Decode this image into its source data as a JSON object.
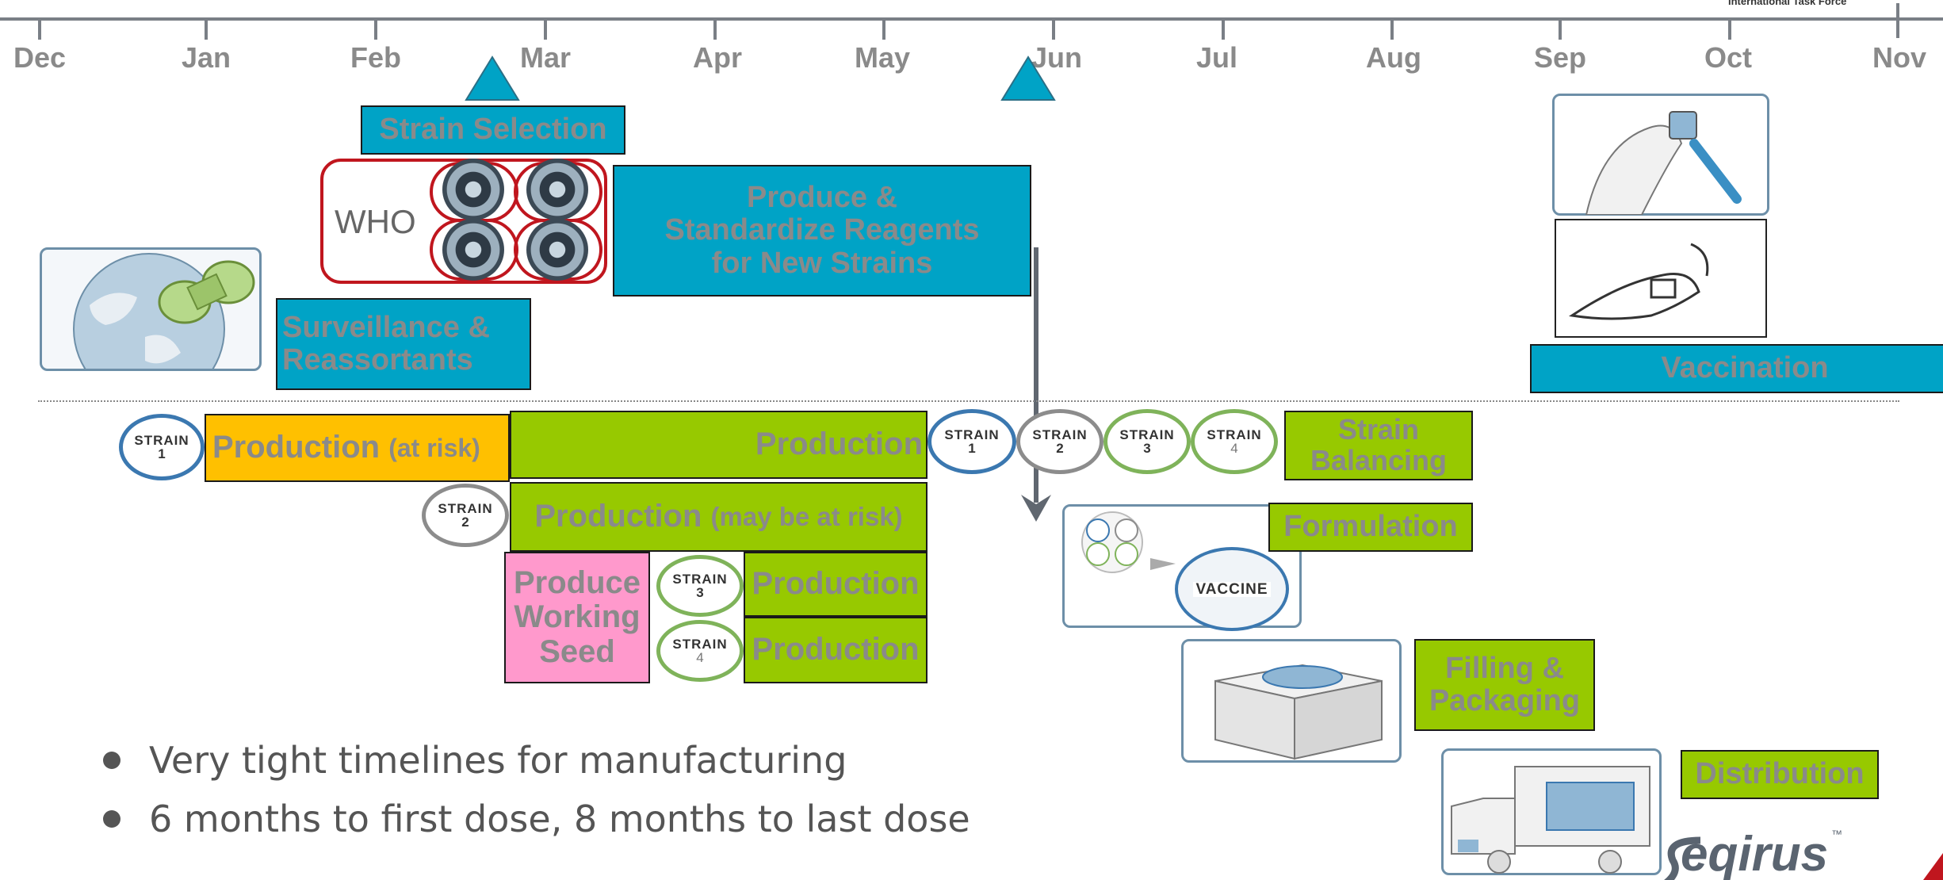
{
  "header": {
    "org_text": "International Task Force",
    "months": [
      "Dec",
      "Jan",
      "Feb",
      "Mar",
      "Apr",
      "May",
      "Jun",
      "Jul",
      "Aug",
      "Sep",
      "Oct",
      "Nov"
    ]
  },
  "top_section": {
    "strain_selection": "Strain Selection",
    "who_label": "WHO",
    "produce_reagents": [
      "Produce &",
      "Standardize Reagents",
      "for New Strains"
    ],
    "surveillance": [
      "Surveillance &",
      "Reassortants"
    ],
    "vaccination": "Vaccination"
  },
  "strains": {
    "word": "STRAIN",
    "numbers": [
      "1",
      "2",
      "3",
      "4"
    ]
  },
  "production": {
    "at_risk_main": "Production",
    "at_risk_sub": "(at risk)",
    "strain1_production": "Production",
    "may_be_at_risk_main": "Production",
    "may_be_at_risk_sub": "(may be at risk)",
    "produce_working_seed": [
      "Produce",
      "Working",
      "Seed"
    ],
    "strain3_production": "Production",
    "strain4_production": "Production"
  },
  "downstream": {
    "strain_balancing": [
      "Strain",
      "Balancing"
    ],
    "formulation": "Formulation",
    "vaccine_label": "VACCINE",
    "filling_packaging": [
      "Filling &",
      "Packaging"
    ],
    "distribution": "Distribution"
  },
  "bullets": [
    "Very tight timelines for manufacturing",
    "6 months to first dose, 8 months to last dose"
  ],
  "logo": {
    "text": "eqirus",
    "trademark": "™"
  },
  "colors": {
    "blue": "#00a3c6",
    "green": "#97c900",
    "orange": "#ffc000",
    "pink": "#ff99cc",
    "label_gray": "#8a8a8a",
    "axis": "#7a7f86",
    "who_red": "#c0161e"
  }
}
